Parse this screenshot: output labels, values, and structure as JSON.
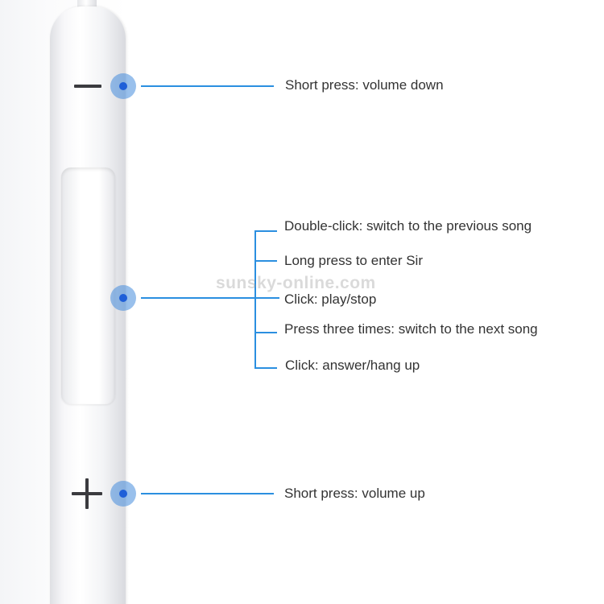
{
  "controls": {
    "volume_down": {
      "symbol": "minus",
      "label": "Short press: volume down"
    },
    "center": {
      "labels": [
        "Double-click: switch to the previous song",
        "Long press to enter Sir",
        "Click: play/stop",
        "Press three times: switch to the next song",
        "Click: answer/hang up"
      ]
    },
    "volume_up": {
      "symbol": "plus",
      "label": "Short press: volume up"
    }
  },
  "watermark": "sunsky-online.com",
  "colors": {
    "line": "#2b8fe0",
    "marker_outer": "#6a9fe0",
    "marker_inner": "#1f5fd8",
    "text": "#333333"
  }
}
